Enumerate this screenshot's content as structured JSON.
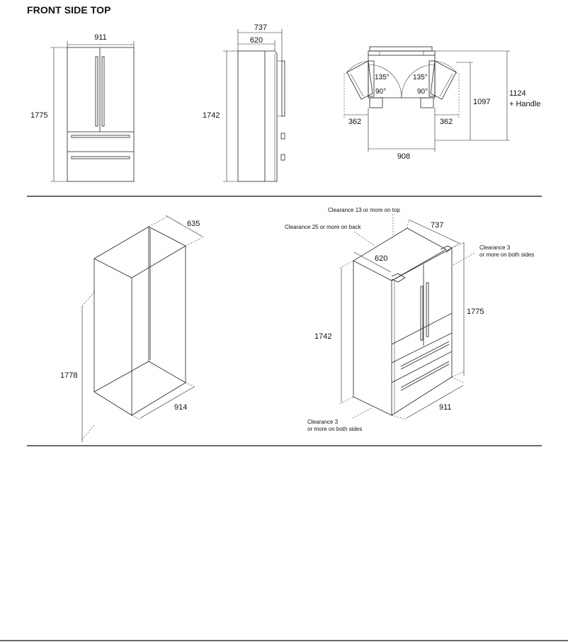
{
  "title": "FRONT SIDE TOP",
  "front_view": {
    "width": "911",
    "height": "1775"
  },
  "side_view": {
    "depth_total": "737",
    "depth_body": "620",
    "height": "1742"
  },
  "top_view": {
    "angle_open_left": "135°",
    "angle_open_right": "135°",
    "angle_right_left": "90°",
    "angle_right_right": "90°",
    "swing_left": "362",
    "swing_right": "362",
    "width": "908",
    "depth_open": "1097",
    "depth_handle": "1124",
    "handle_label": "+ Handle"
  },
  "niche_view": {
    "depth": "635",
    "height": "1778",
    "width": "914"
  },
  "iso_view": {
    "clearance_top": "Clearance 13 or more on top",
    "clearance_back": "Clearance 25 or more on back",
    "depth_total": "737",
    "depth_body": "620",
    "clearance_side_right_1": "Clearance 3",
    "clearance_side_right_2": "or more on both sides",
    "height_total": "1775",
    "height_body": "1742",
    "width": "911",
    "clearance_side_left_1": "Clearance 3",
    "clearance_side_left_2": "or more on both sides"
  }
}
